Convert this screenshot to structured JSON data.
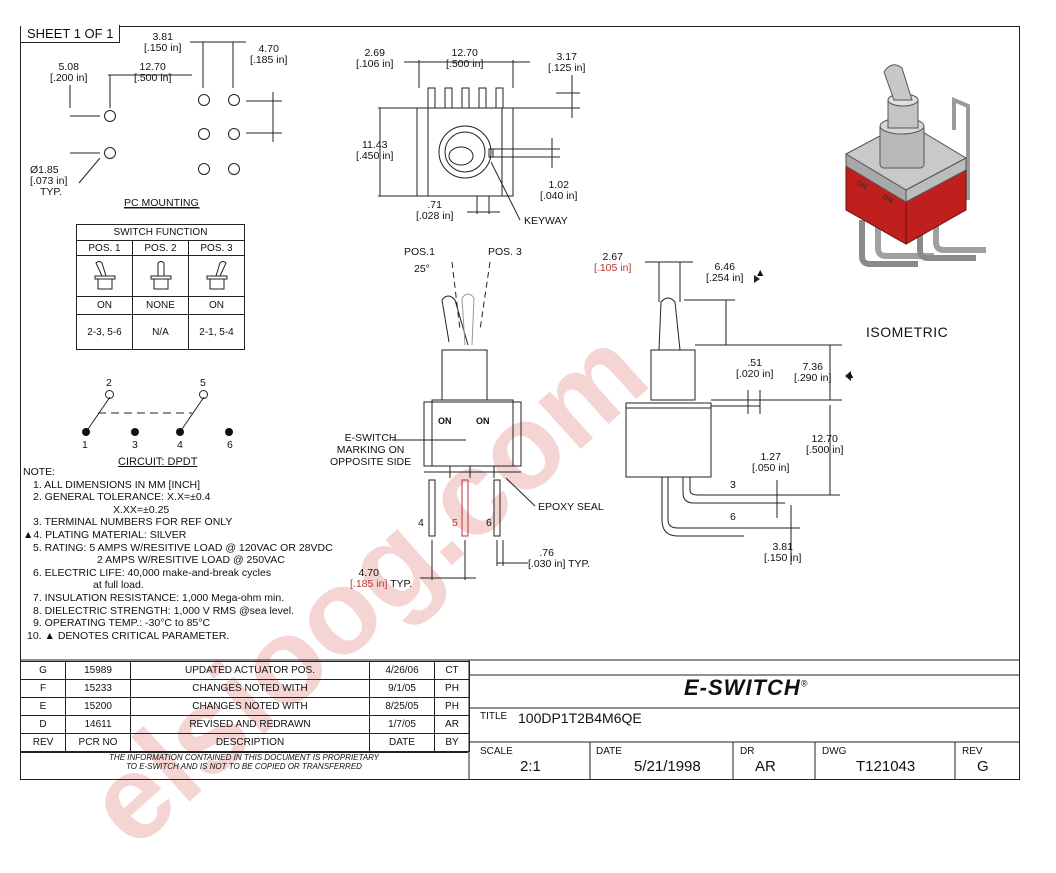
{
  "sheet": "SHEET 1 OF 1",
  "pc_mounting": {
    "title": "PC MOUNTING",
    "dims": {
      "d381": [
        "3.81",
        "[.150 in]"
      ],
      "d470": [
        "4.70",
        "[.185 in]"
      ],
      "d508": [
        "5.08",
        "[.200 in]"
      ],
      "d1270": [
        "12.70",
        "[.500 in]"
      ],
      "hole": [
        "Ø1.85",
        "[.073 in]",
        "TYP."
      ]
    }
  },
  "switch_function": {
    "title": "SWITCH FUNCTION",
    "positions": [
      "POS. 1",
      "POS. 2",
      "POS. 3"
    ],
    "states": [
      "ON",
      "NONE",
      "ON"
    ],
    "connections": [
      "2-3, 5-6",
      "N/A",
      "2-1, 5-4"
    ]
  },
  "circuit": {
    "title": "CIRCUIT: DPDT",
    "terminals": [
      "1",
      "2",
      "3",
      "4",
      "5",
      "6"
    ]
  },
  "notes": {
    "title": "NOTE:",
    "lines": [
      "1. ALL DIMENSIONS IN MM [INCH]",
      "2. GENERAL TOLERANCE: X.X=±0.4",
      "X.XX=±0.25",
      "3. TERMINAL NUMBERS FOR REF ONLY",
      "4. PLATING MATERIAL: SILVER",
      "5. RATING: 5 AMPS W/RESITIVE LOAD @ 120VAC OR 28VDC",
      "2 AMPS W/RESITIVE LOAD @ 250VAC",
      "6. ELECTRIC LIFE: 40,000 make-and-break cycles",
      "at full load.",
      "7. INSULATION RESISTANCE: 1,000 Mega-ohm min.",
      "8. DIELECTRIC STRENGTH: 1,000 V RMS @sea level.",
      "9. OPERATING TEMP.: -30°C to 85°C",
      "10. ▲ DENOTES CRITICAL PARAMETER."
    ]
  },
  "top_view": {
    "d269": [
      "2.69",
      "[.106 in]"
    ],
    "d1270": [
      "12.70",
      "[.500 in]"
    ],
    "d317": [
      "3.17",
      "[.125 in]"
    ],
    "d1143": [
      "11.43",
      "[.450 in]"
    ],
    "d102": [
      "1.02",
      "[.040 in]"
    ],
    "d071": [
      ".71",
      "[.028 in]"
    ],
    "keyway": "KEYWAY"
  },
  "front_view": {
    "pos1": "POS.1",
    "pos3": "POS. 3",
    "angle": "25°",
    "on_left": "ON",
    "on_right": "ON",
    "marking": [
      "E-SWITCH",
      "MARKING ON",
      "OPPOSITE SIDE"
    ],
    "epoxy": "EPOXY SEAL",
    "pins": [
      "4",
      "5",
      "6"
    ],
    "d076": [
      ".76",
      "[.030 in]",
      "TYP."
    ],
    "d470": [
      "4.70",
      "[.185 in]",
      "TYP."
    ]
  },
  "side_view": {
    "d267": [
      "2.67",
      "[.105 in]"
    ],
    "d646": [
      "6.46",
      "[.254 in]"
    ],
    "d051": [
      ".51",
      "[.020 in]"
    ],
    "d736": [
      "7.36",
      "[.290 in]"
    ],
    "d1270": [
      "12.70",
      "[.500 in]"
    ],
    "d127": [
      "1.27",
      "[.050 in]"
    ],
    "d381": [
      "3.81",
      "[.150 in]"
    ],
    "pins": [
      "3",
      "6"
    ]
  },
  "isometric": {
    "label": "ISOMETRIC",
    "on": "ON",
    "colors": {
      "body": "#c0201d",
      "metal": "#b9b9b9"
    }
  },
  "revisions": [
    {
      "rev": "G",
      "pcr": "15989",
      "desc": "UPDATED ACTUATOR POS.",
      "date": "4/26/06",
      "by": "CT"
    },
    {
      "rev": "F",
      "pcr": "15233",
      "desc": "CHANGES NOTED WITH",
      "date": "9/1/05",
      "by": "PH"
    },
    {
      "rev": "E",
      "pcr": "15200",
      "desc": "CHANGES NOTED WITH",
      "date": "8/25/05",
      "by": "PH"
    },
    {
      "rev": "D",
      "pcr": "14611",
      "desc": "REVISED AND REDRAWN",
      "date": "1/7/05",
      "by": "AR"
    }
  ],
  "rev_headers": {
    "rev": "REV",
    "pcr": "PCR NO",
    "desc": "DESCRIPTION",
    "date": "DATE",
    "by": "BY"
  },
  "proprietary": [
    "THE INFORMATION CONTAINED IN THIS DOCUMENT IS PROPRIETARY",
    "TO E-SWITCH AND IS NOT TO BE COPIED OR TRANSFERRED"
  ],
  "title_block": {
    "logo": "E-SWITCH",
    "logo_mark": "®",
    "title_label": "TITLE",
    "title": "100DP1T2B4M6QE",
    "scale_label": "SCALE",
    "scale": "2:1",
    "date_label": "DATE",
    "date": "5/21/1998",
    "dr_label": "DR",
    "dr": "AR",
    "dwg_label": "DWG",
    "dwg": "T121043",
    "rev_label": "REV",
    "rev": "G"
  },
  "watermark": "elsioog.com"
}
